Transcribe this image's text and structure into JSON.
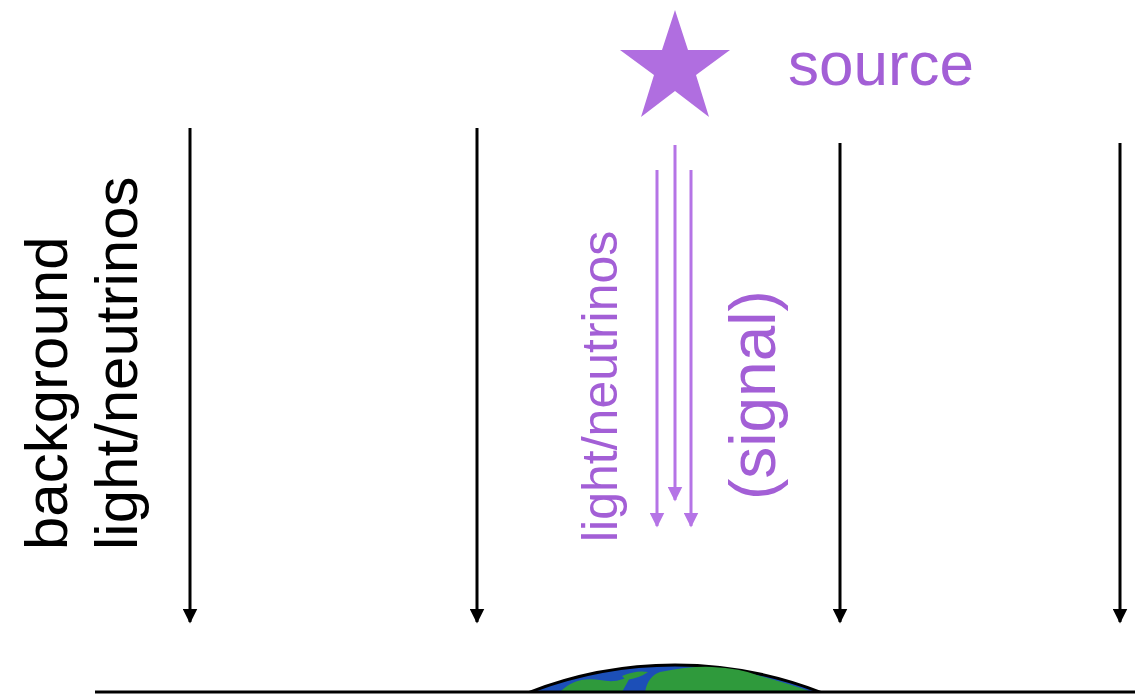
{
  "diagram": {
    "labels": [
      "source",
      "background light/neutrinos",
      "light/neutrinos",
      "(signal)"
    ]
  }
}
